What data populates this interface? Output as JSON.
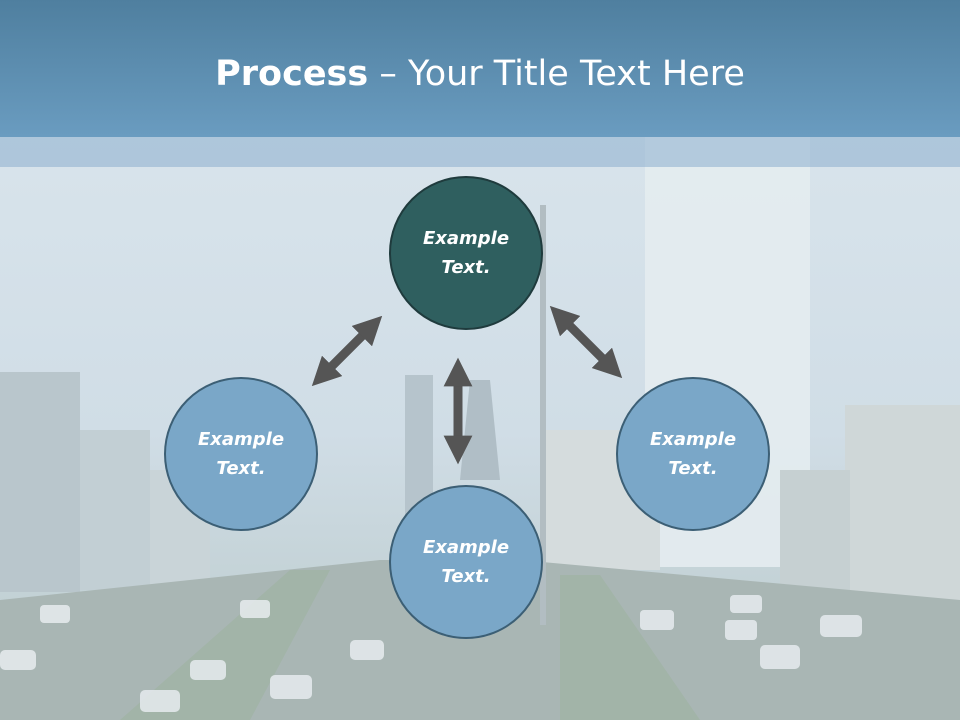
{
  "title": {
    "bold": "Process",
    "rest": " – Your Title Text Here"
  },
  "nodes": {
    "top": "Example Text.",
    "left": "Example Text.",
    "right": "Example Text.",
    "bottom": "Example Text."
  },
  "colors": {
    "header": "#5f92b6",
    "node_top": "#2f5f5f",
    "node": "#7aa7c8",
    "arrow": "#555555"
  }
}
